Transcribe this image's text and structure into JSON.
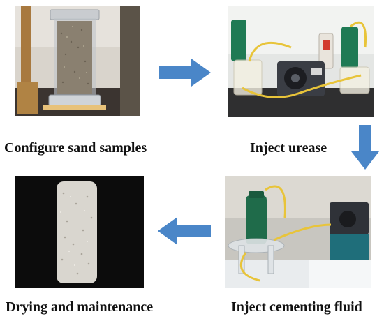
{
  "flow": {
    "steps": [
      {
        "label": "Configure sand samples"
      },
      {
        "label": "Inject urease"
      },
      {
        "label": "Inject cementing fluid"
      },
      {
        "label": "Drying and maintenance"
      }
    ],
    "arrow_color": "#4a86c8"
  }
}
